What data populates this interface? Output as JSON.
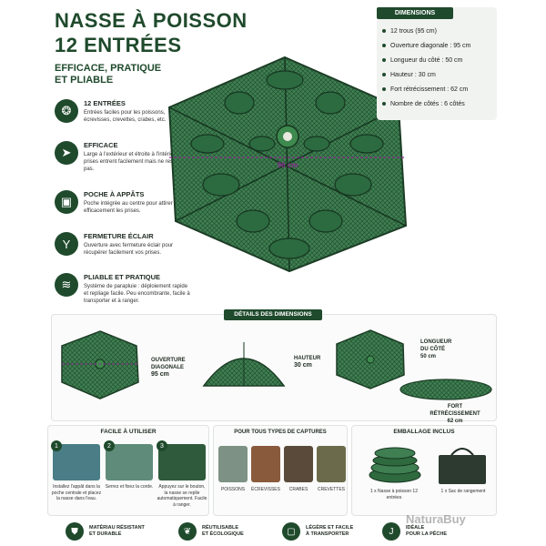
{
  "title_line1": "NASSE À POISSON",
  "title_line2": "12 ENTRÉES",
  "subtitle_line1": "EFFICACE, PRATIQUE",
  "subtitle_line2": "ET PLIABLE",
  "features": [
    {
      "icon": "fish-eggs-icon",
      "title": "12 ENTRÉES",
      "desc": "Entrées faciles pour les poissons, écrevisses, crevettes, crabes, etc."
    },
    {
      "icon": "fish-icon",
      "title": "EFFICACE",
      "desc": "Large à l'extérieur et étroite à l'intérieur : les prises entrent facilement mais ne ressortent pas."
    },
    {
      "icon": "bag-icon",
      "title": "POCHE À APPÂTS",
      "desc": "Poche intégrée au centre pour attirer efficacement les prises."
    },
    {
      "icon": "zipper-icon",
      "title": "FERMETURE ÉCLAIR",
      "desc": "Ouverture avec fermeture éclair pour récupérer facilement vos prises."
    },
    {
      "icon": "layers-icon",
      "title": "PLIABLE ET PRATIQUE",
      "desc": "Système de parapluie : déploiement rapide et repliage facile. Peu encombrante, facile à transporter et à ranger."
    }
  ],
  "dimensions": {
    "header": "DIMENSIONS",
    "items": [
      "12 trous (95 cm)",
      "Ouverture diagonale : 95 cm",
      "Longueur du côté : 50 cm",
      "Hauteur : 30 cm",
      "Fort rétrécissement : 62 cm",
      "Nombre de côtés : 6 côtés"
    ]
  },
  "main_measure": "96 cm",
  "details": {
    "header": "DÉTAILS DES DIMENSIONS",
    "ouverture_l1": "OUVERTURE",
    "ouverture_l2": "DIAGONALE",
    "ouverture_val": "95 cm",
    "hauteur_l1": "HAUTEUR",
    "hauteur_val": "30 cm",
    "longueur_l1": "LONGUEUR",
    "longueur_l2": "DU CÔTÉ",
    "longueur_val": "50 cm",
    "fort_l1": "FORT",
    "fort_l2": "RÉTRÉCISSEMENT",
    "fort_val": "62 cm"
  },
  "facile": {
    "header": "FACILE À UTILISER",
    "steps": [
      {
        "num": "1",
        "text": "Installez l'appât dans la poche centrale et placez la nasse dans l'eau."
      },
      {
        "num": "2",
        "text": "Serrez et fixez la corde."
      },
      {
        "num": "3",
        "text": "Appuyez sur le bouton, la nasse se replie automatiquement. Facile à ranger."
      }
    ]
  },
  "captures": {
    "header": "POUR TOUS TYPES DE CAPTURES",
    "items": [
      "POISSONS",
      "ÉCREVISSES",
      "CRABES",
      "CREVETTES"
    ]
  },
  "emballage": {
    "header": "EMBALLAGE INCLUS",
    "items": [
      "1 x Nasse à poisson 12 entrées",
      "1 x Sac de rangement"
    ]
  },
  "footer": [
    {
      "icon": "shield-icon",
      "l1": "MATÉRIAU RÉSISTANT",
      "l2": "ET DURABLE"
    },
    {
      "icon": "leaf-icon",
      "l1": "RÉUTILISABLE",
      "l2": "ET ÉCOLOGIQUE"
    },
    {
      "icon": "bag-icon",
      "l1": "LÉGÈRE ET FACILE",
      "l2": "À TRANSPORTER"
    },
    {
      "icon": "hook-icon",
      "l1": "IDÉALE",
      "l2": "POUR LA PÊCHE"
    }
  ],
  "watermark": "NaturaBuy",
  "colors": {
    "brand": "#1f4a2c",
    "net": "#2f6a3e",
    "measure": "#8a2b8f"
  }
}
